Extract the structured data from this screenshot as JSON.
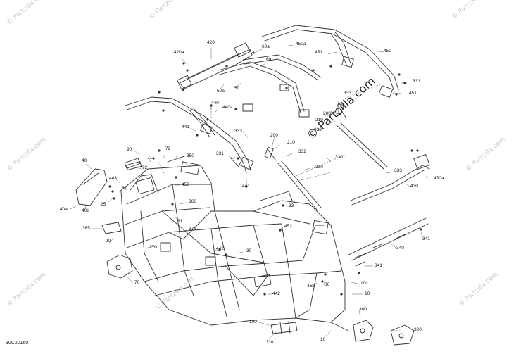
{
  "diagram_code": "30C20160",
  "brand": "© Partzilla.com",
  "watermark": "© Partzilla.com",
  "callouts": [
    {
      "id": "c1",
      "text": "420"
    },
    {
      "id": "c2",
      "text": "420a"
    },
    {
      "id": "c3",
      "text": "60a"
    },
    {
      "id": "c4",
      "text": "450a"
    },
    {
      "id": "c5",
      "text": "60"
    },
    {
      "id": "c6",
      "text": "451"
    },
    {
      "id": "c7",
      "text": "450"
    },
    {
      "id": "c8",
      "text": "50a"
    },
    {
      "id": "c9",
      "text": "50"
    },
    {
      "id": "c10",
      "text": "331"
    },
    {
      "id": "c11",
      "text": "451"
    },
    {
      "id": "c12",
      "text": "440"
    },
    {
      "id": "c13",
      "text": "440a"
    },
    {
      "id": "c14",
      "text": "333"
    },
    {
      "id": "c15",
      "text": "200"
    },
    {
      "id": "c16",
      "text": "210"
    },
    {
      "id": "c17",
      "text": "441"
    },
    {
      "id": "c18",
      "text": "332"
    },
    {
      "id": "c19",
      "text": "333"
    },
    {
      "id": "c20",
      "text": "200"
    },
    {
      "id": "c21",
      "text": "210"
    },
    {
      "id": "c22",
      "text": "331"
    },
    {
      "id": "c23",
      "text": "332"
    },
    {
      "id": "c24",
      "text": "330"
    },
    {
      "id": "c25",
      "text": "330"
    },
    {
      "id": "c26",
      "text": "441"
    },
    {
      "id": "c27",
      "text": "333"
    },
    {
      "id": "c28",
      "text": "430"
    },
    {
      "id": "c29",
      "text": "430a"
    },
    {
      "id": "c30",
      "text": "90"
    },
    {
      "id": "c31",
      "text": "71"
    },
    {
      "id": "c32",
      "text": "72"
    },
    {
      "id": "c33",
      "text": "350"
    },
    {
      "id": "c34",
      "text": "40"
    },
    {
      "id": "c35",
      "text": "92"
    },
    {
      "id": "c36",
      "text": "443"
    },
    {
      "id": "c37",
      "text": "61"
    },
    {
      "id": "c38",
      "text": "453"
    },
    {
      "id": "c39",
      "text": "25"
    },
    {
      "id": "c40",
      "text": "40a"
    },
    {
      "id": "c41",
      "text": "40b"
    },
    {
      "id": "c42",
      "text": "360"
    },
    {
      "id": "c43",
      "text": "33"
    },
    {
      "id": "c44",
      "text": "365"
    },
    {
      "id": "c45",
      "text": "31"
    },
    {
      "id": "c46",
      "text": "452"
    },
    {
      "id": "c47",
      "text": "371"
    },
    {
      "id": "c48",
      "text": "20"
    },
    {
      "id": "c49",
      "text": "370"
    },
    {
      "id": "c50",
      "text": "442"
    },
    {
      "id": "c51",
      "text": "30"
    },
    {
      "id": "c52",
      "text": "340"
    },
    {
      "id": "c53",
      "text": "341"
    },
    {
      "id": "c54",
      "text": "70"
    },
    {
      "id": "c55",
      "text": "341"
    },
    {
      "id": "c56",
      "text": "452"
    },
    {
      "id": "c57",
      "text": "80"
    },
    {
      "id": "c58",
      "text": "10c"
    },
    {
      "id": "c59",
      "text": "10"
    },
    {
      "id": "c60",
      "text": "442"
    },
    {
      "id": "c61",
      "text": "380"
    },
    {
      "id": "c62",
      "text": "100"
    },
    {
      "id": "c63",
      "text": "320"
    },
    {
      "id": "c64",
      "text": "110"
    },
    {
      "id": "c65",
      "text": "10"
    }
  ]
}
